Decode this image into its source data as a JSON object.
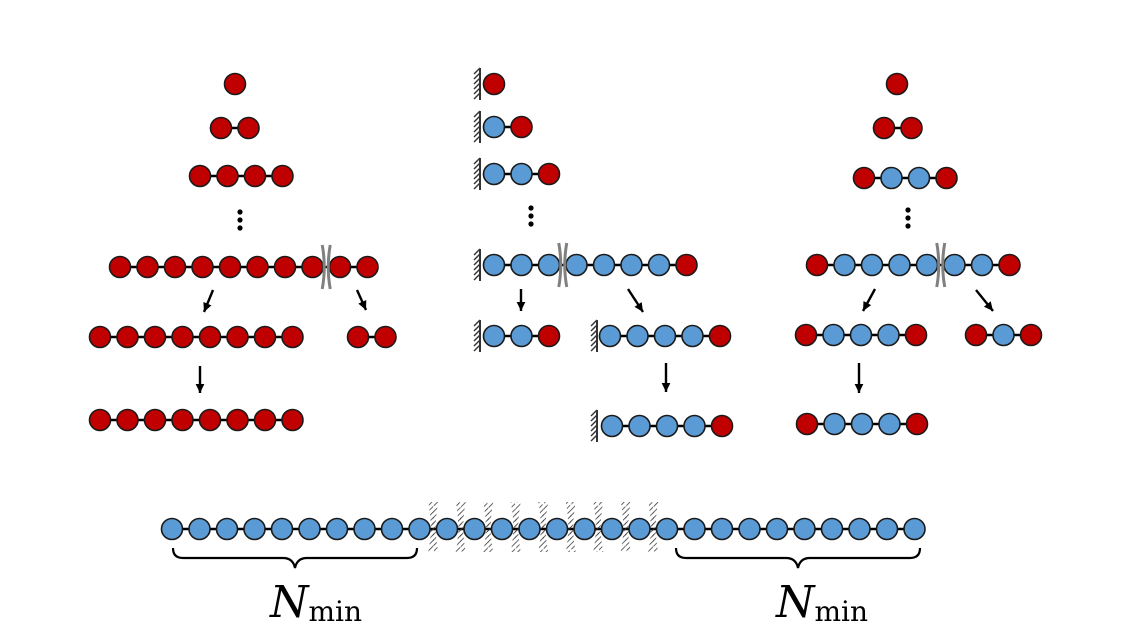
{
  "colors": {
    "red": "#c00000",
    "blue": "#5b9bd5",
    "outline": "#1a1a1a",
    "bond": "#000000",
    "cut": "#808080",
    "wall": "#333333"
  },
  "labels": {
    "nmin_main": "N",
    "nmin_sub": "min"
  },
  "panels": {
    "left": {
      "rows": [
        [
          "R"
        ],
        [
          "R",
          "R"
        ],
        [
          "R",
          "R",
          "R",
          "R"
        ],
        [
          "R",
          "R",
          "R",
          "R",
          "R",
          "R",
          "R",
          "R",
          "R",
          "R"
        ]
      ],
      "cut_after_index": 7,
      "split_left": [
        "R",
        "R",
        "R",
        "R",
        "R",
        "R",
        "R",
        "R"
      ],
      "split_right": [
        "R",
        "R"
      ],
      "final": [
        "R",
        "R",
        "R",
        "R",
        "R",
        "R",
        "R",
        "R"
      ]
    },
    "middle": {
      "rows": [
        [
          "R"
        ],
        [
          "B",
          "R"
        ],
        [
          "B",
          "B",
          "R"
        ],
        [
          "B",
          "B",
          "B",
          "B",
          "B",
          "B",
          "B",
          "R"
        ]
      ],
      "cut_after_index": 2,
      "split_left": [
        "B",
        "B",
        "R"
      ],
      "split_right": [
        "B",
        "B",
        "B",
        "B",
        "R"
      ],
      "final": [
        "B",
        "B",
        "B",
        "B",
        "R"
      ]
    },
    "right": {
      "rows": [
        [
          "R"
        ],
        [
          "R",
          "R"
        ],
        [
          "R",
          "B",
          "B",
          "R"
        ],
        [
          "R",
          "B",
          "B",
          "B",
          "B",
          "B",
          "B",
          "R"
        ]
      ],
      "cut_after_index": 4,
      "split_left": [
        "R",
        "B",
        "B",
        "B",
        "R"
      ],
      "split_right": [
        "R",
        "B",
        "R"
      ],
      "final": [
        "R",
        "B",
        "B",
        "B",
        "R"
      ]
    }
  },
  "bottom_chain": {
    "count": 28,
    "cut_positions_after": [
      9,
      10,
      11,
      12,
      13,
      14,
      15,
      16,
      17
    ]
  }
}
